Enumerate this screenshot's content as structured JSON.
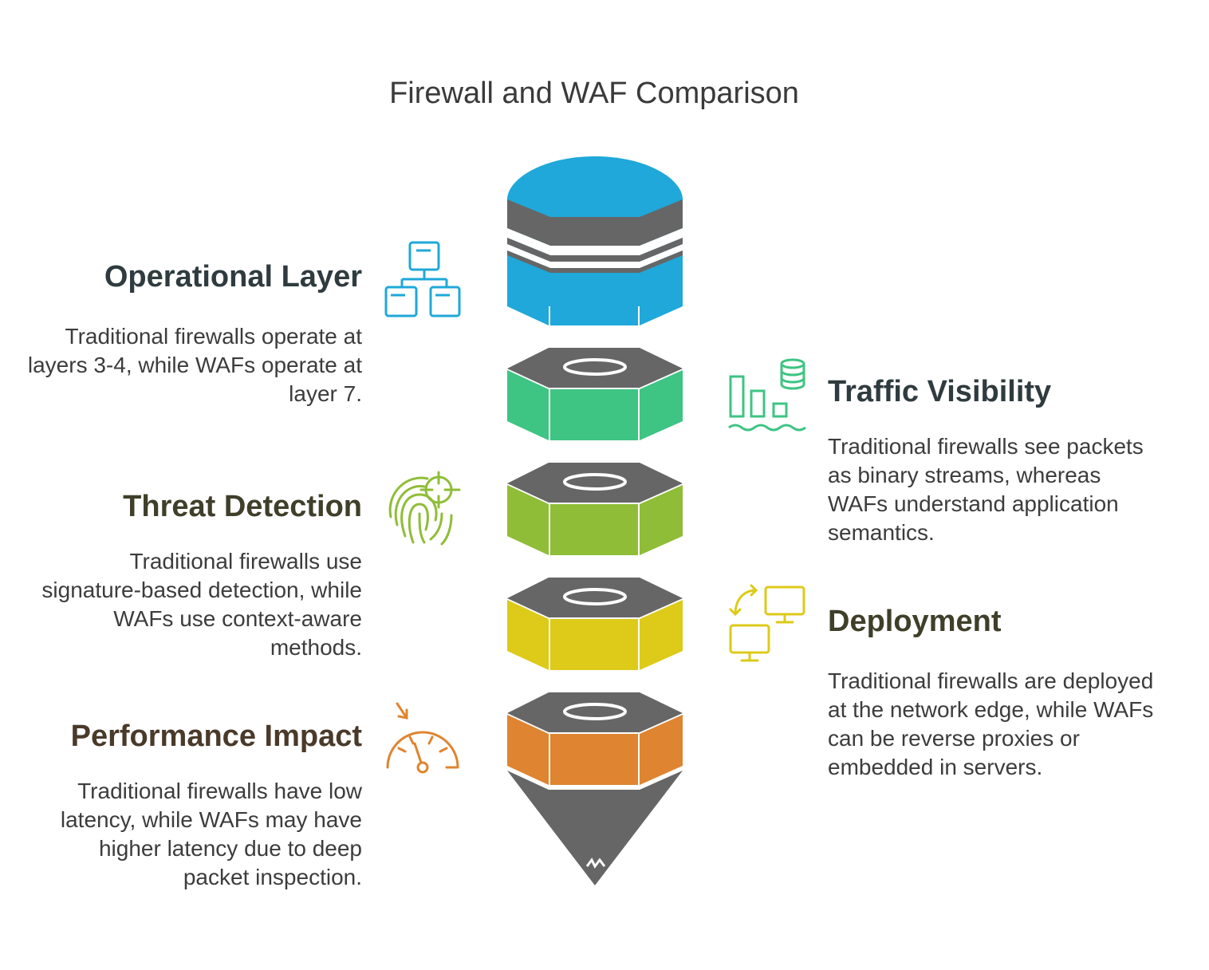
{
  "title": "Firewall and WAF Comparison",
  "colors": {
    "blue": "#1fa8d9",
    "green": "#3ec483",
    "lime": "#8fbd37",
    "yellow": "#ddca19",
    "orange": "#df8430",
    "gray": "#666666",
    "heading_dark": "#2f3b3f",
    "heading_olive": "#3f3f2a",
    "heading_brown": "#4a3a2a"
  },
  "sections": {
    "operational_layer": {
      "heading": "Operational Layer",
      "description": "Traditional firewalls operate at layers 3-4, while WAFs operate at layer 7.",
      "icon": "hierarchy-icon"
    },
    "traffic_visibility": {
      "heading": "Traffic Visibility",
      "description": "Traditional firewalls see packets as binary streams, whereas WAFs understand application semantics.",
      "icon": "data-visibility-icon"
    },
    "threat_detection": {
      "heading": "Threat Detection",
      "description": "Traditional firewalls use signature-based detection, while WAFs use context-aware methods.",
      "icon": "fingerprint-target-icon"
    },
    "deployment": {
      "heading": "Deployment",
      "description": "Traditional firewalls are deployed at the network edge, while WAFs can be reverse proxies or embedded in servers.",
      "icon": "monitors-sync-icon"
    },
    "performance_impact": {
      "heading": "Performance Impact",
      "description": "Traditional firewalls have low latency, while WAFs may have higher latency due to deep packet inspection.",
      "icon": "speedometer-icon"
    }
  }
}
